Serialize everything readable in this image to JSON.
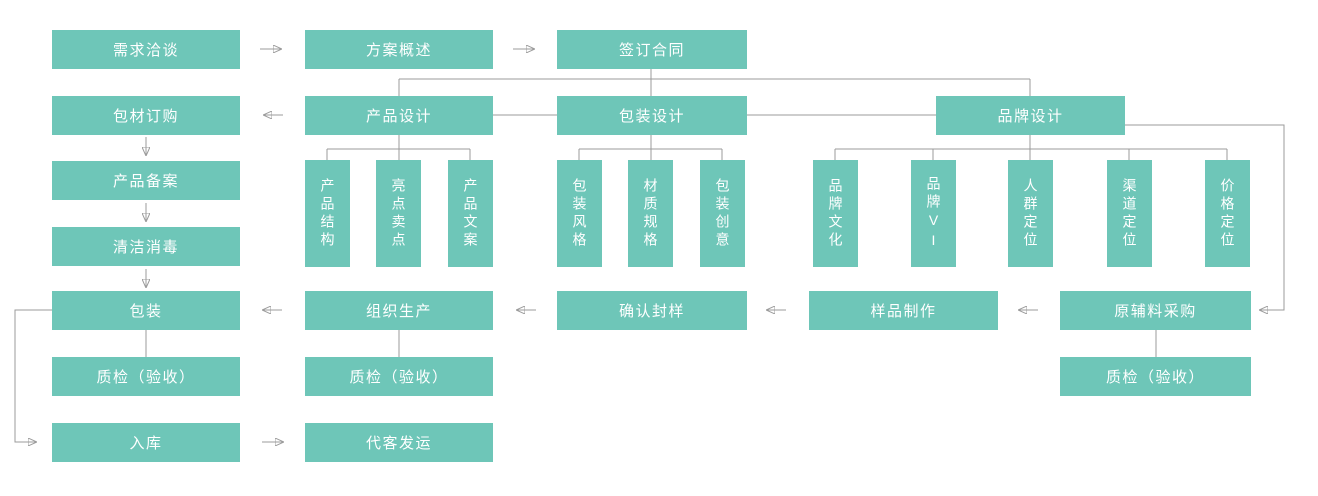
{
  "diagram": {
    "type": "flowchart",
    "colors": {
      "node_fill": "#6ec6b8",
      "node_text": "#ffffff",
      "connector_line": "#9b9b9b",
      "arrowhead": "#858585",
      "background": "#ffffff"
    },
    "nodes": {
      "demand_talk": {
        "label": "需求洽谈"
      },
      "plan_overview": {
        "label": "方案概述"
      },
      "sign_contract": {
        "label": "签订合同"
      },
      "material_order": {
        "label": "包材订购"
      },
      "product_design": {
        "label": "产品设计"
      },
      "packaging_design": {
        "label": "包装设计"
      },
      "brand_design": {
        "label": "品牌设计"
      },
      "product_structure": {
        "label": "产品结构"
      },
      "highlight_selling": {
        "label": "亮点卖点"
      },
      "product_copy": {
        "label": "产品文案"
      },
      "packaging_style": {
        "label": "包装风格"
      },
      "material_spec": {
        "label": "材质规格"
      },
      "packaging_idea": {
        "label": "包装创意"
      },
      "brand_culture": {
        "label": "品牌文化"
      },
      "brand_vi": {
        "label": "品牌VI"
      },
      "crowd_position": {
        "label": "人群定位"
      },
      "channel_position": {
        "label": "渠道定位"
      },
      "price_position": {
        "label": "价格定位"
      },
      "product_record": {
        "label": "产品备案"
      },
      "clean_disinfect": {
        "label": "清洁消毒"
      },
      "packing": {
        "label": "包装"
      },
      "qc_packing": {
        "label": "质检（验收）"
      },
      "warehouse_in": {
        "label": "入库"
      },
      "organize_production": {
        "label": "组织生产"
      },
      "qc_production": {
        "label": "质检（验收）"
      },
      "ship_for_customer": {
        "label": "代客发运"
      },
      "confirm_sample_seal": {
        "label": "确认封样"
      },
      "sample_making": {
        "label": "样品制作"
      },
      "raw_material_purchase": {
        "label": "原辅料采购"
      },
      "qc_raw_material": {
        "label": "质检（验收）"
      }
    },
    "edges": [
      {
        "from": "需求洽谈",
        "to": "方案概述",
        "style": "arrow"
      },
      {
        "from": "方案概述",
        "to": "签订合同",
        "style": "arrow"
      },
      {
        "from": "签订合同",
        "to": "产品设计",
        "style": "line"
      },
      {
        "from": "签订合同",
        "to": "包装设计",
        "style": "line"
      },
      {
        "from": "签订合同",
        "to": "品牌设计",
        "style": "line"
      },
      {
        "from": "产品设计",
        "to": "包材订购",
        "style": "arrow"
      },
      {
        "from": "产品设计",
        "to": "包装设计",
        "style": "line"
      },
      {
        "from": "包装设计",
        "to": "品牌设计",
        "style": "line"
      },
      {
        "from": "产品设计",
        "to": "产品结构",
        "style": "line"
      },
      {
        "from": "产品设计",
        "to": "亮点卖点",
        "style": "line"
      },
      {
        "from": "产品设计",
        "to": "产品文案",
        "style": "line"
      },
      {
        "from": "包装设计",
        "to": "包装风格",
        "style": "line"
      },
      {
        "from": "包装设计",
        "to": "材质规格",
        "style": "line"
      },
      {
        "from": "包装设计",
        "to": "包装创意",
        "style": "line"
      },
      {
        "from": "品牌设计",
        "to": "品牌文化",
        "style": "line"
      },
      {
        "from": "品牌设计",
        "to": "品牌VI",
        "style": "line"
      },
      {
        "from": "品牌设计",
        "to": "人群定位",
        "style": "line"
      },
      {
        "from": "品牌设计",
        "to": "渠道定位",
        "style": "line"
      },
      {
        "from": "品牌设计",
        "to": "价格定位",
        "style": "line"
      },
      {
        "from": "品牌设计",
        "to": "原辅料采购",
        "style": "arrow"
      },
      {
        "from": "原辅料采购",
        "to": "样品制作",
        "style": "arrow"
      },
      {
        "from": "原辅料采购",
        "to": "质检（验收）",
        "style": "line"
      },
      {
        "from": "样品制作",
        "to": "确认封样",
        "style": "arrow"
      },
      {
        "from": "确认封样",
        "to": "组织生产",
        "style": "arrow"
      },
      {
        "from": "组织生产",
        "to": "包装",
        "style": "arrow"
      },
      {
        "from": "组织生产",
        "to": "质检（验收）",
        "style": "line"
      },
      {
        "from": "包材订购",
        "to": "产品备案",
        "style": "arrow"
      },
      {
        "from": "产品备案",
        "to": "清洁消毒",
        "style": "arrow"
      },
      {
        "from": "清洁消毒",
        "to": "包装",
        "style": "arrow"
      },
      {
        "from": "包装",
        "to": "质检（验收）",
        "style": "line"
      },
      {
        "from": "包装",
        "to": "入库",
        "style": "arrow"
      },
      {
        "from": "入库",
        "to": "代客发运",
        "style": "arrow"
      }
    ]
  }
}
